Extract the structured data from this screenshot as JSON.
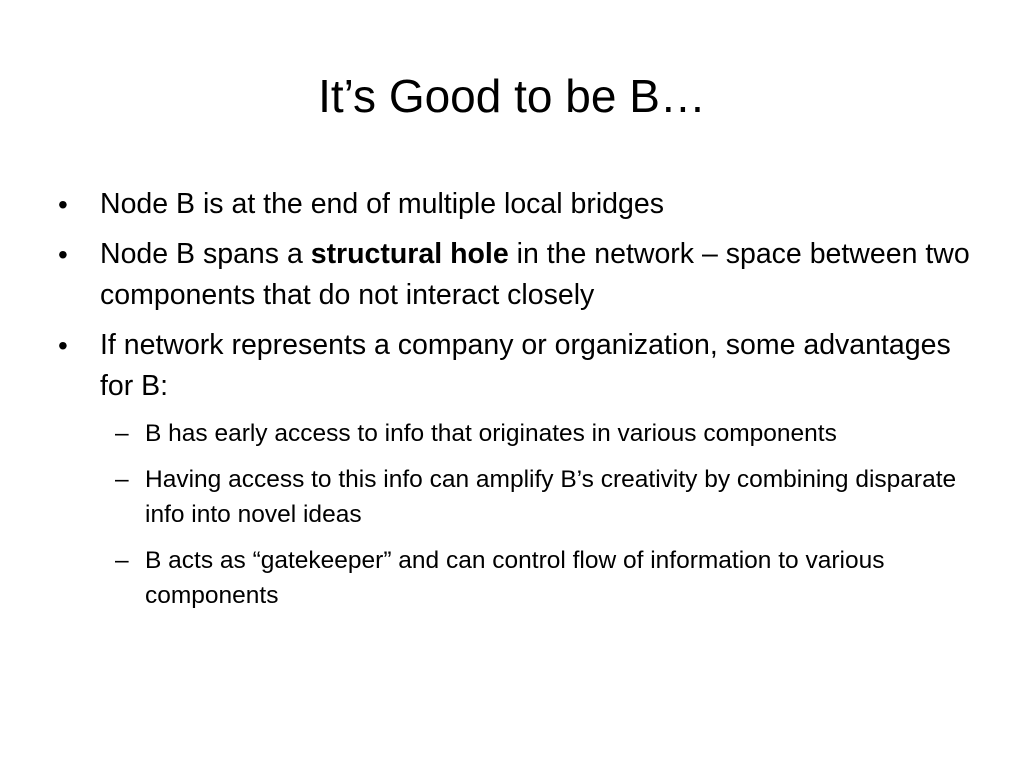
{
  "slide": {
    "title": "It’s Good to be B…",
    "bullets": [
      {
        "text": "Node B is at the end of multiple local bridges"
      },
      {
        "text_before": "Node B spans a ",
        "bold": "structural hole",
        "text_after": " in the network – space between two components that do not interact closely"
      },
      {
        "text": "If network represents a company or organization, some advantages for B:",
        "sub_bullets": [
          "B has early access to info that originates in various components",
          "Having access to this info can amplify B’s creativity by combining disparate info into novel ideas",
          "B acts as “gatekeeper” and can control flow of information to various components"
        ]
      }
    ],
    "bullet_char": "•",
    "sub_bullet_char": "–"
  }
}
